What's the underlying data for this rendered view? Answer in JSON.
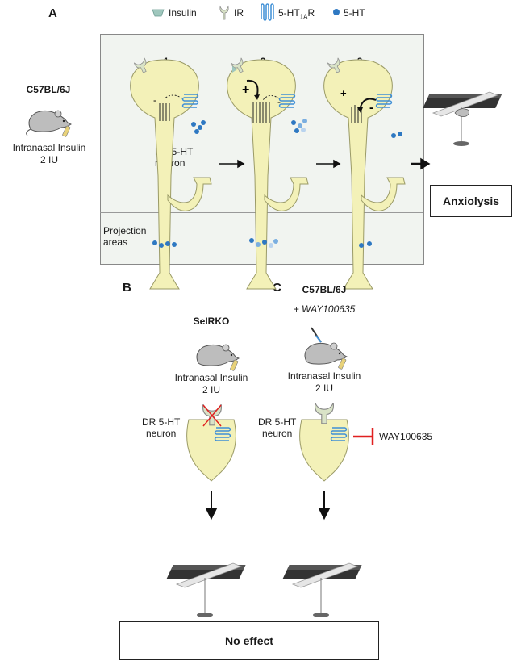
{
  "panels": {
    "a": "A",
    "b": "B",
    "c": "C"
  },
  "legend": {
    "insulin": "Insulin",
    "ir": "IR",
    "receptor_prefix": "5-HT",
    "receptor_sub": "1A",
    "receptor_suffix": "R",
    "serotonin": "5-HT"
  },
  "panel_a": {
    "strain": "C57BL/6J",
    "treatment": "Intranasal Insulin",
    "dose": "2 IU",
    "neuron_label_line1": "DR 5-HT",
    "neuron_label_line2": "neuron",
    "projection_line1": "Projection",
    "projection_line2": "areas",
    "steps": [
      "1",
      "2",
      "3"
    ],
    "outcome": "Anxiolysis"
  },
  "panel_b": {
    "strain": "SeIRKO",
    "treatment": "Intranasal Insulin",
    "dose": "2 IU",
    "neuron_label_line1": "DR 5-HT",
    "neuron_label_line2": "neuron"
  },
  "panel_c": {
    "strain": "C57BL/6J",
    "cotreatment": "+ WAY100635",
    "treatment": "Intranasal Insulin",
    "dose": "2 IU",
    "neuron_label_line1": "DR 5-HT",
    "neuron_label_line2": "neuron",
    "antagonist": "WAY100635"
  },
  "bottom_outcome": "No effect",
  "colors": {
    "neuron_fill": "#f3f1b8",
    "receptor": "#3f8fd6",
    "serotonin": "#2e78c2",
    "inhibit": "#e02020",
    "panel_bg": "#f1f4f0"
  }
}
